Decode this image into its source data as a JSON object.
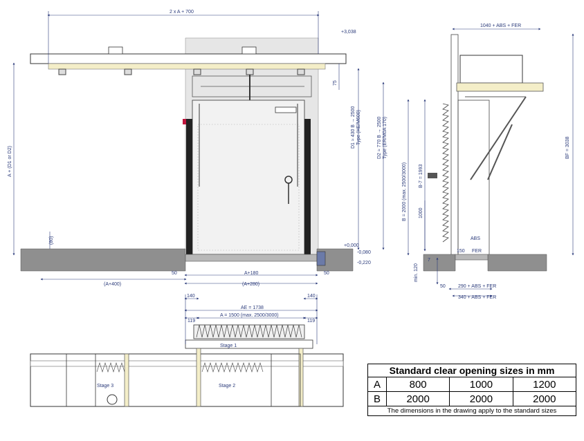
{
  "front_view": {
    "dim_top": "2 x A + 700",
    "dim_plus": "+3,038",
    "dim_75": "75",
    "dim_a_d1": "A + (D1 or D2)",
    "dim_80": "(80)",
    "dim_d1": "D1 ≈ 430 B → 2500",
    "dim_d1_type": "Type (HE/M600)",
    "dim_d2": "D2 ≈ 770 B → 2500",
    "dim_d2_type": "Type (ER/M0A 170)",
    "dim_zero": "+0,000",
    "dim_m080": "-0,080",
    "dim_m220": "-0,220",
    "dim_a400": "(A+400)",
    "dim_50l": "50",
    "dim_a180": "A+180",
    "dim_a280": "(A+280)",
    "dim_50r": "50"
  },
  "side_view": {
    "dim_top": "1040 + ABS + FER",
    "dim_bf": "BF = 3038",
    "dim_b": "B = 2000 (max. 2500/3000)",
    "dim_b7": "B-7 = 1993",
    "dim_1000": "1000",
    "dim_7": "7",
    "dim_min120": "min. 120",
    "dim_150": "150",
    "dim_fer": "FER",
    "dim_abs": "ABS",
    "dim_50": "50",
    "dim_290": "290 + ABS + FER",
    "dim_340": "340 + ABS + FER"
  },
  "plan_view": {
    "dim_140l": "140",
    "dim_140r": "140",
    "dim_ae": "AE = 1738",
    "dim_119l": "119",
    "dim_119r": "119",
    "dim_a": "A = 1500 (max. 2500/3000)",
    "stage1": "Stage 1",
    "stage2": "Stage 2",
    "stage3": "Stage 3"
  },
  "table": {
    "title": "Standard clear opening sizes in mm",
    "rows": [
      {
        "label": "A",
        "values": [
          "800",
          "1000",
          "1200"
        ]
      },
      {
        "label": "B",
        "values": [
          "2000",
          "2000",
          "2000"
        ]
      }
    ],
    "note": "The dimensions in the drawing apply to the standard sizes"
  },
  "colors": {
    "line": "#2a3a7a",
    "steel": "#3a3a3a",
    "rail": "#f4eec8",
    "ground": "#8f8f8f",
    "door": "#f2f2f2"
  }
}
